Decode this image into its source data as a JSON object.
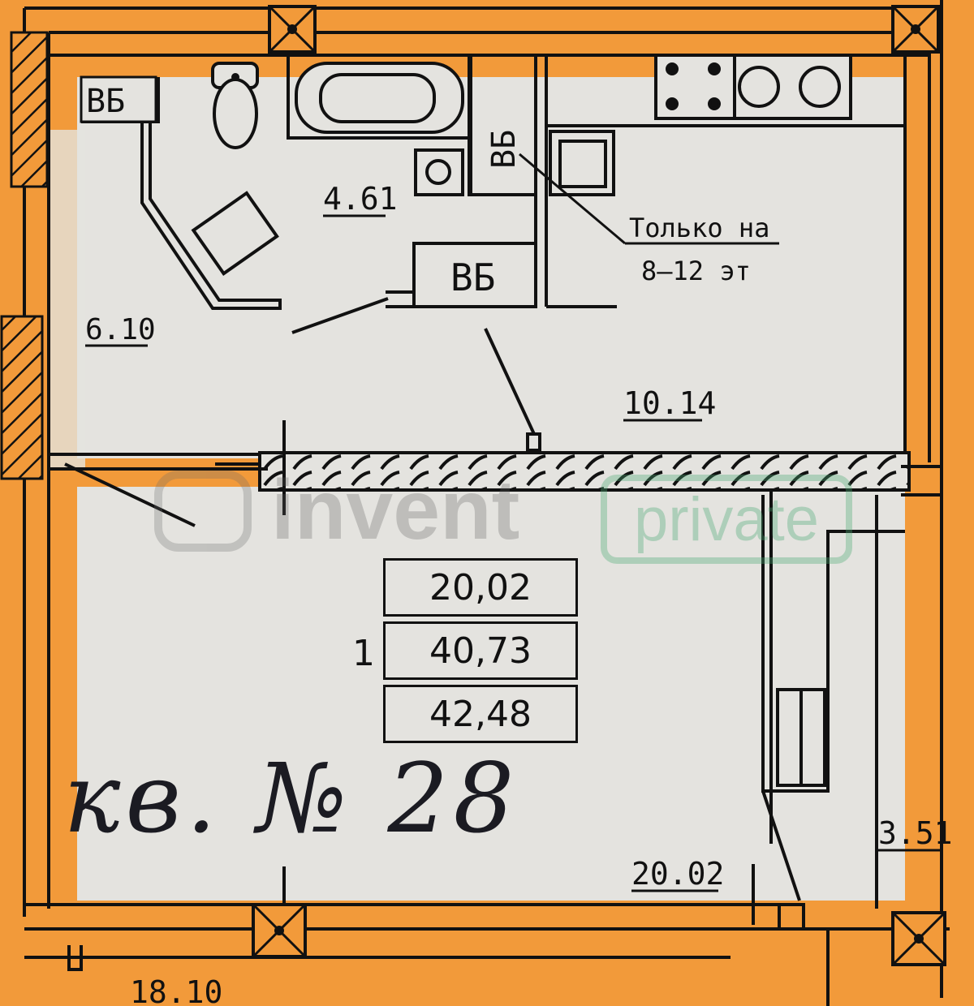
{
  "plan": {
    "rooms": {
      "bathroom_area": "4.61",
      "hallway_area": "6.10",
      "kitchen_area": "10.14",
      "living_room_area": "20.02",
      "loggia_area": "3.51",
      "neighbor_area": "18.10"
    },
    "labels": {
      "vb_left": "ВБ",
      "vb_vertical": "ВБ",
      "vb_center": "ВБ",
      "note_line1": "Только на",
      "note_line2": "8–12 эт"
    },
    "area_table": {
      "index": "1",
      "living_area": "20,02",
      "total_area": "40,73",
      "total_with_loggia": "42,48"
    },
    "handwritten_note": "кв. № 28"
  },
  "watermark": {
    "brand": "invent",
    "badge": "private"
  },
  "colors": {
    "wall_fill": "#f29a3a",
    "floor_fill": "#e4e3df",
    "line": "#111111",
    "watermark_green": "#4aa874"
  }
}
